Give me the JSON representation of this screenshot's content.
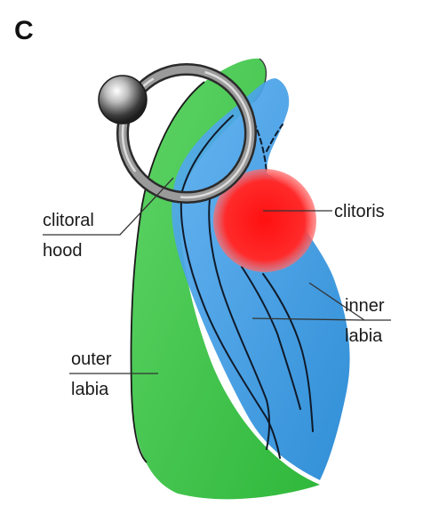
{
  "panel_label": "C",
  "labels": {
    "clitoral_hood_line1": "clitoral",
    "clitoral_hood_line2": "hood",
    "clitoris": "clitoris",
    "inner_labia_line1": "inner",
    "inner_labia_line2": "labia",
    "outer_labia_line1": "outer",
    "outer_labia_line2": "labia"
  },
  "colors": {
    "outer_labia": "#3fc24a",
    "inner_labia": "#2d8fd8",
    "clitoris": "#ff1a1a",
    "ring": "#777777"
  }
}
